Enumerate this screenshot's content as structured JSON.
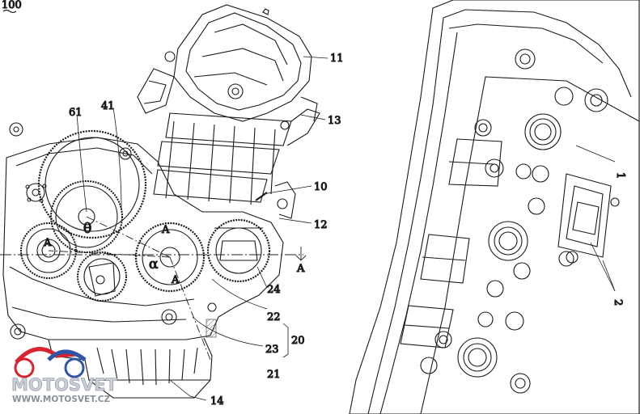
{
  "left_figure": {
    "corner_mark": "100",
    "labels": {
      "l11": "11",
      "l13": "13",
      "l10": "10",
      "l12": "12",
      "l61": "61",
      "l41": "41",
      "l24": "24",
      "l22": "22",
      "l20": "20",
      "l23": "23",
      "l21": "21",
      "l14": "14",
      "sectionA1": "A",
      "sectionA2": "A",
      "sectionA3": "A",
      "sectionA4": "A",
      "theta": "θ",
      "alpha": "α"
    }
  },
  "right_figure": {
    "labels": {
      "l1": "1",
      "l2": "2"
    }
  },
  "watermark": {
    "brand": "MOTOSVET",
    "url": "WWW.MOTOSVET.CZ",
    "colors": {
      "red": "#d9232e",
      "blue": "#2f55a4"
    }
  }
}
